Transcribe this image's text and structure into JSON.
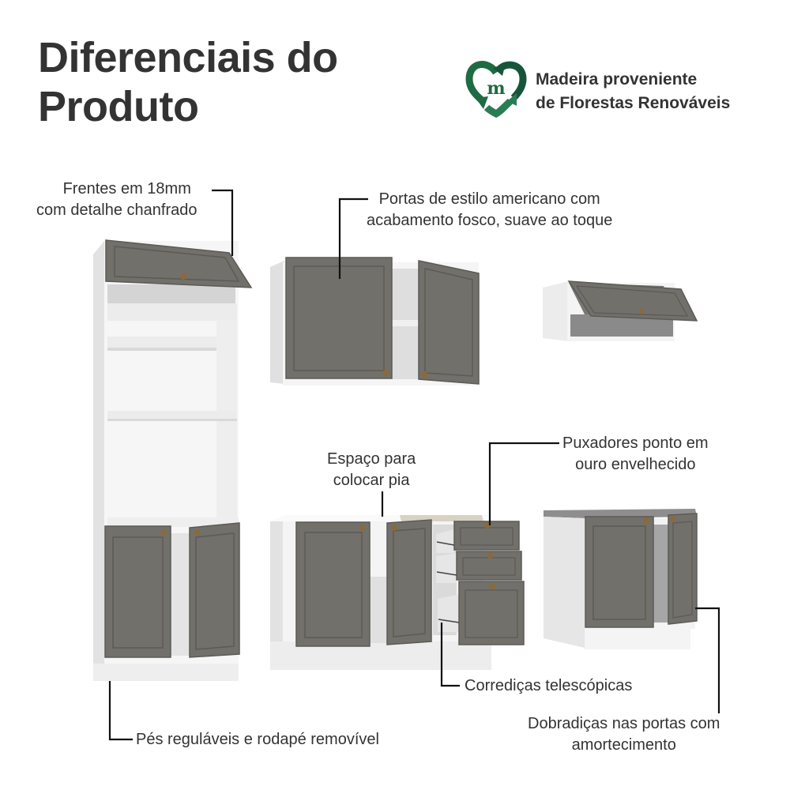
{
  "header": {
    "title_line1": "Diferenciais do",
    "title_line2": "Produto"
  },
  "badge": {
    "icon": "recycle-heart-m-icon",
    "line1": "Madeira proveniente",
    "line2": "de Florestas Renováveis",
    "color": "#1f6b42"
  },
  "callouts": {
    "fronts": {
      "line1": "Frentes em 18mm",
      "line2": "com detalhe chanfrado"
    },
    "doors": {
      "line1": "Portas de estilo americano com",
      "line2": "acabamento fosco, suave ao toque"
    },
    "sink": {
      "line1": "Espaço para",
      "line2": "colocar pia"
    },
    "handles": {
      "line1": "Puxadores ponto em",
      "line2": "ouro envelhecido"
    },
    "slides": {
      "line1": "Corrediças telescópicas"
    },
    "hinges": {
      "line1": "Dobradiças nas portas com",
      "line2": "amortecimento"
    },
    "feet": {
      "line1": "Pés reguláveis e rodapé removível"
    }
  },
  "colors": {
    "door": "#72706b",
    "door_edge": "#5c5a56",
    "carcass": "#f2f2f2",
    "carcass_shade": "#dcdcdc",
    "handle": "#8a6a3c",
    "countertop": "#8e8e8e",
    "text": "#333333"
  }
}
